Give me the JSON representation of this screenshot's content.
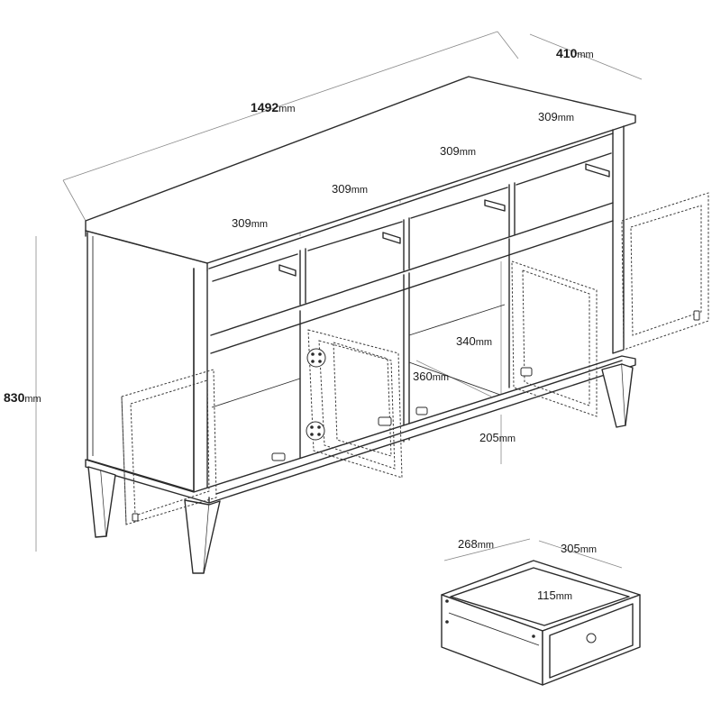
{
  "dimensions": {
    "overall_width": {
      "value": "1492",
      "unit": "mm"
    },
    "overall_depth": {
      "value": "410",
      "unit": "mm"
    },
    "overall_height": {
      "value": "830",
      "unit": "mm"
    },
    "drawer_opening_1": {
      "value": "309",
      "unit": "mm"
    },
    "drawer_opening_2": {
      "value": "309",
      "unit": "mm"
    },
    "drawer_opening_3": {
      "value": "309",
      "unit": "mm"
    },
    "drawer_opening_4": {
      "value": "309",
      "unit": "mm"
    },
    "interior_height": {
      "value": "340",
      "unit": "mm"
    },
    "interior_depth": {
      "value": "360",
      "unit": "mm"
    },
    "leg_height": {
      "value": "205",
      "unit": "mm"
    },
    "drawer_width": {
      "value": "268",
      "unit": "mm"
    },
    "drawer_depth": {
      "value": "305",
      "unit": "mm"
    },
    "drawer_height": {
      "value": "115",
      "unit": "mm"
    }
  }
}
